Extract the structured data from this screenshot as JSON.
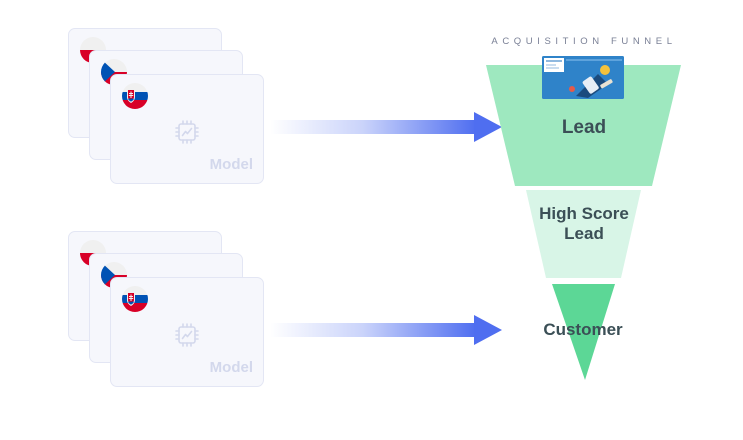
{
  "funnel": {
    "title": "ACQUISITION FUNNEL",
    "stages": [
      {
        "label": "Lead",
        "color": "#9ee8bf"
      },
      {
        "label": "High Score Lead",
        "color": "#d8f5e7"
      },
      {
        "label": "Customer",
        "color": "#5cd796"
      }
    ]
  },
  "model_groups": [
    {
      "cards": [
        {
          "flag": "poland-flag"
        },
        {
          "flag": "czech-flag"
        },
        {
          "flag": "slovakia-flag",
          "icon": "cpu-chip-icon",
          "label": "Model"
        }
      ]
    },
    {
      "cards": [
        {
          "flag": "poland-flag"
        },
        {
          "flag": "czech-flag"
        },
        {
          "flag": "slovakia-flag",
          "icon": "cpu-chip-icon",
          "label": "Model"
        }
      ]
    }
  ],
  "colors": {
    "arrow": "#4f6ef0",
    "card_border": "#e3e6f4",
    "label_text": "#3b4f56",
    "muted_text": "#d3d8ec"
  }
}
